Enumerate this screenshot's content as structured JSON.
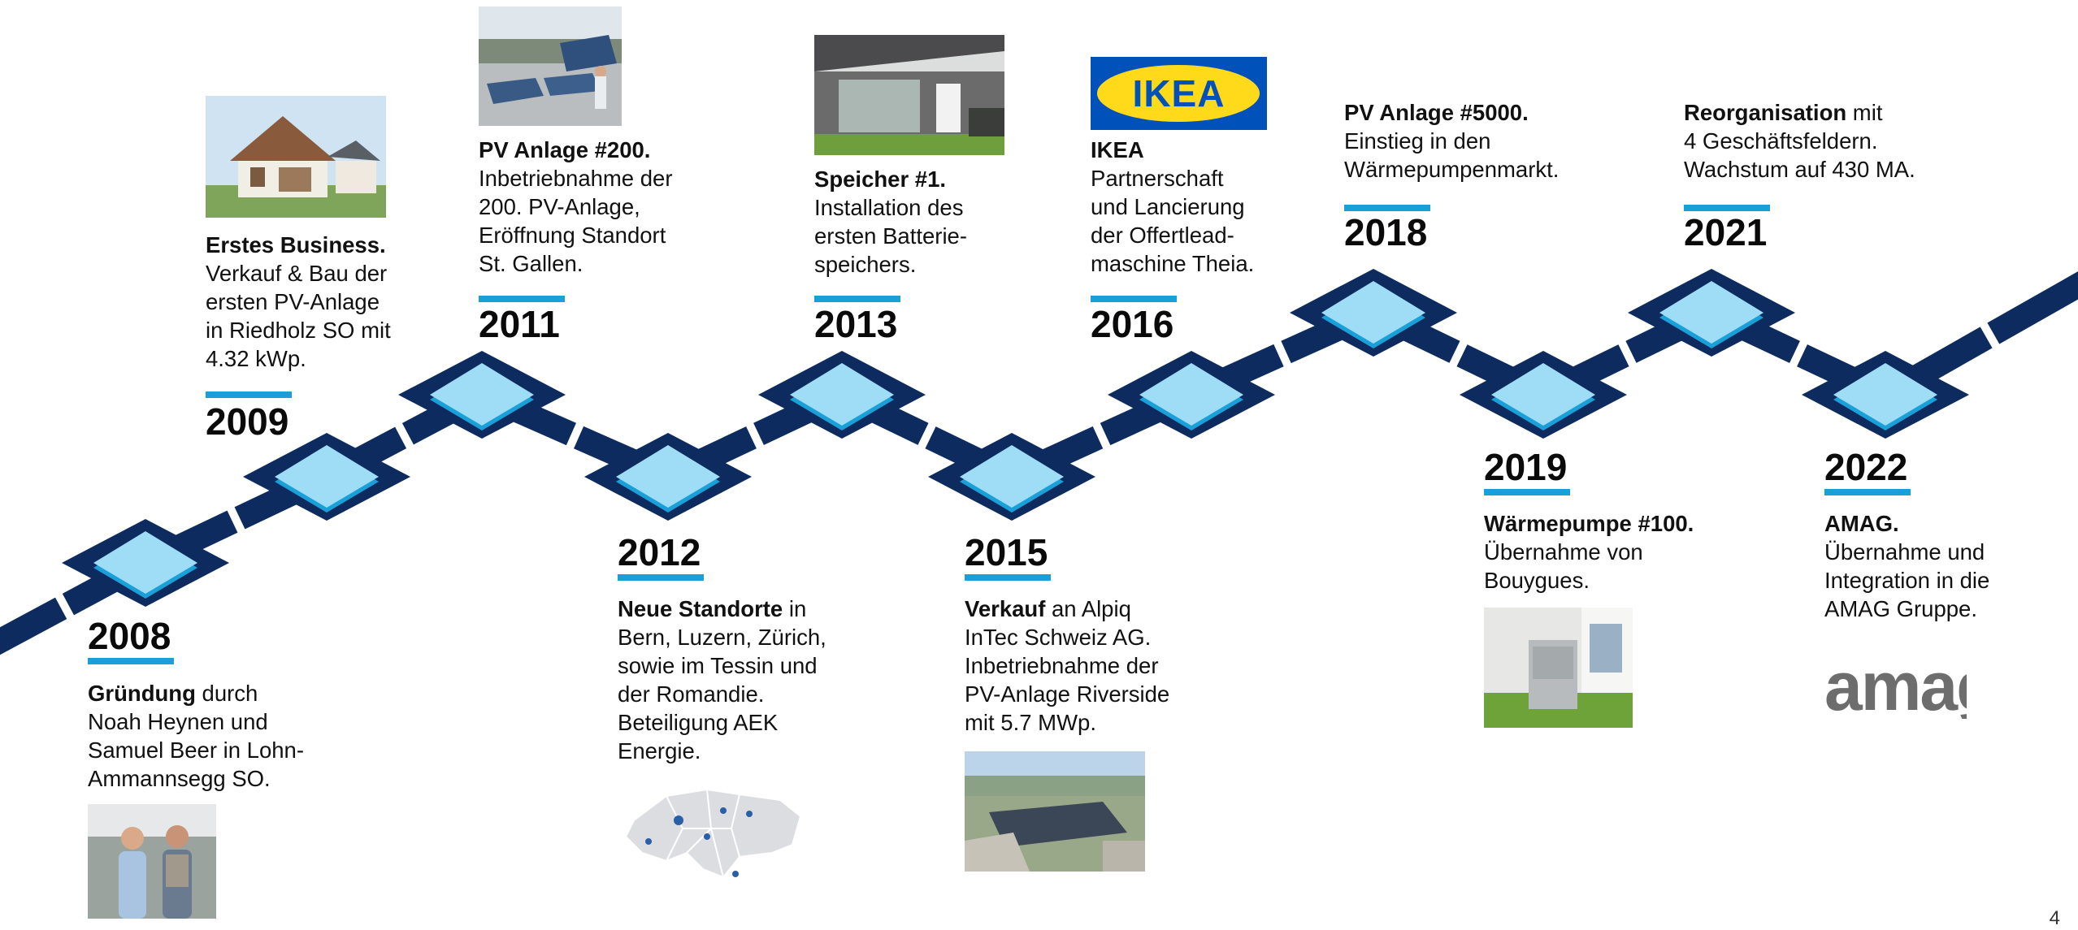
{
  "colors": {
    "track": "#0d2b5e",
    "diamond_top": "#9fdcf6",
    "diamond_edge": "#1aa0d8",
    "year_bar": "#1aa0d8"
  },
  "milestones": [
    {
      "year": "2008",
      "lines": [
        [
          {
            "t": "Gründung",
            "b": true
          },
          {
            "t": " durch",
            "b": false
          }
        ],
        [
          {
            "t": "Noah Heynen und",
            "b": false
          }
        ],
        [
          {
            "t": "Samuel Beer in Lohn-",
            "b": false
          }
        ],
        [
          {
            "t": "Ammannsegg SO.",
            "b": false
          }
        ]
      ],
      "image": "photo-founders"
    },
    {
      "year": "2009",
      "lines": [
        [
          {
            "t": "Erstes Business.",
            "b": true
          }
        ],
        [
          {
            "t": "Verkauf & Bau der",
            "b": false
          }
        ],
        [
          {
            "t": "ersten PV-Anlage",
            "b": false
          }
        ],
        [
          {
            "t": "in Riedholz SO mit",
            "b": false
          }
        ],
        [
          {
            "t": "4.32 kWp.",
            "b": false
          }
        ]
      ],
      "image": "photo-house"
    },
    {
      "year": "2011",
      "lines": [
        [
          {
            "t": "PV Anlage #200.",
            "b": true
          }
        ],
        [
          {
            "t": "Inbetriebnahme der",
            "b": false
          }
        ],
        [
          {
            "t": "200. PV-Anlage,",
            "b": false
          }
        ],
        [
          {
            "t": "Eröffnung Standort",
            "b": false
          }
        ],
        [
          {
            "t": "St. Gallen.",
            "b": false
          }
        ]
      ],
      "image": "photo-solar-roof"
    },
    {
      "year": "2012",
      "lines": [
        [
          {
            "t": "Neue Standorte",
            "b": true
          },
          {
            "t": " in",
            "b": false
          }
        ],
        [
          {
            "t": "Bern, Luzern, Zürich,",
            "b": false
          }
        ],
        [
          {
            "t": "sowie im Tessin und",
            "b": false
          }
        ],
        [
          {
            "t": "der Romandie.",
            "b": false
          }
        ],
        [
          {
            "t": "Beteiligung AEK",
            "b": false
          }
        ],
        [
          {
            "t": "Energie.",
            "b": false
          }
        ]
      ],
      "image": "map-switzerland"
    },
    {
      "year": "2013",
      "lines": [
        [
          {
            "t": "Speicher #1.",
            "b": true
          }
        ],
        [
          {
            "t": "Installation des",
            "b": false
          }
        ],
        [
          {
            "t": "ersten Batterie-",
            "b": false
          }
        ],
        [
          {
            "t": "speichers.",
            "b": false
          }
        ]
      ],
      "image": "photo-battery-house"
    },
    {
      "year": "2015",
      "lines": [
        [
          {
            "t": "Verkauf",
            "b": true
          },
          {
            "t": " an Alpiq",
            "b": false
          }
        ],
        [
          {
            "t": "InTec Schweiz AG.",
            "b": false
          }
        ],
        [
          {
            "t": "Inbetriebnahme der",
            "b": false
          }
        ],
        [
          {
            "t": "PV-Anlage Riverside",
            "b": false
          }
        ],
        [
          {
            "t": "mit 5.7 MWp.",
            "b": false
          }
        ]
      ],
      "image": "photo-riverside"
    },
    {
      "year": "2016",
      "lines": [
        [
          {
            "t": "IKEA",
            "b": true
          }
        ],
        [
          {
            "t": "Partnerschaft",
            "b": false
          }
        ],
        [
          {
            "t": "und Lancierung",
            "b": false
          }
        ],
        [
          {
            "t": "der Offertlead-",
            "b": false
          }
        ],
        [
          {
            "t": "maschine Theia.",
            "b": false
          }
        ]
      ],
      "image": "logo-ikea",
      "logo_text": "IKEA"
    },
    {
      "year": "2018",
      "lines": [
        [
          {
            "t": "PV Anlage #5000.",
            "b": true
          }
        ],
        [
          {
            "t": "Einstieg in den",
            "b": false
          }
        ],
        [
          {
            "t": "Wärmepumpenmarkt.",
            "b": false
          }
        ]
      ],
      "image": ""
    },
    {
      "year": "2019",
      "lines": [
        [
          {
            "t": "Wärmepumpe #100.",
            "b": true
          }
        ],
        [
          {
            "t": "Übernahme von",
            "b": false
          }
        ],
        [
          {
            "t": "Bouygues.",
            "b": false
          }
        ]
      ],
      "image": "photo-heat-pump"
    },
    {
      "year": "2021",
      "lines": [
        [
          {
            "t": "Reorganisation",
            "b": true
          },
          {
            "t": " mit",
            "b": false
          }
        ],
        [
          {
            "t": "4 Geschäftsfeldern.",
            "b": false
          }
        ],
        [
          {
            "t": "Wachstum auf 430 MA.",
            "b": false
          }
        ]
      ],
      "image": ""
    },
    {
      "year": "2022",
      "lines": [
        [
          {
            "t": "AMAG.",
            "b": true
          }
        ],
        [
          {
            "t": "Übernahme und",
            "b": false
          }
        ],
        [
          {
            "t": "Integration in die",
            "b": false
          }
        ],
        [
          {
            "t": "AMAG Gruppe.",
            "b": false
          }
        ]
      ],
      "image": "logo-amag",
      "logo_text": "amag"
    }
  ],
  "page_number": "4"
}
